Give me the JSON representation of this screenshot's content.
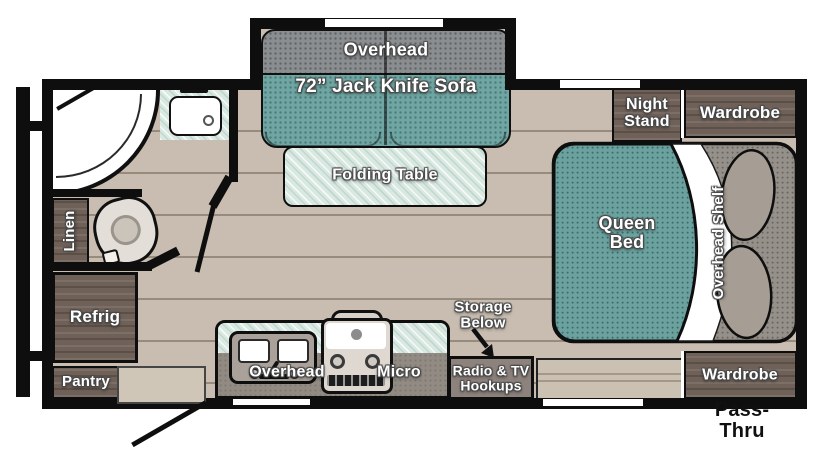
{
  "colors": {
    "wall": "#0e0e0e",
    "floor": "#c8bdb0",
    "teal_furniture": "#6fa5a2",
    "light_counter": "#d9e8e1",
    "overhead_gray": "#8b8e90",
    "wood_cabinet": "#6f6158",
    "bed_head_gray": "#959089",
    "background": "#ffffff"
  },
  "slideout": {
    "overhead_label": "Overhead",
    "sofa_label": "72” Jack Knife Sofa"
  },
  "living": {
    "table_label": "Folding Table"
  },
  "bedroom": {
    "night_stand_label": "Night\nStand",
    "wardrobe_label": "Wardrobe",
    "bed_label": "Queen\nBed",
    "shelf_label": "Overhead Shelf",
    "rear_wardrobe_label": "Wardrobe"
  },
  "bathroom": {
    "linen_label": "Linen"
  },
  "kitchen": {
    "refrig_label": "Refrig",
    "pantry_label": "Pantry",
    "overhead_label": "Overhead",
    "micro_label": "Micro"
  },
  "media": {
    "storage_label": "Storage\nBelow",
    "radio_label": "Radio & TV\nHookups"
  },
  "exterior": {
    "pass_thru_label": "Pass-Thru"
  }
}
